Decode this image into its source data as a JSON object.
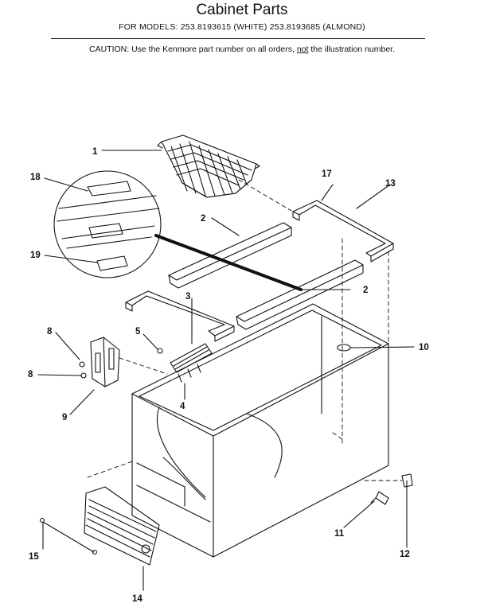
{
  "header": {
    "title": "Cabinet Parts",
    "models": "FOR MODELS: 253.8193615 (WHITE)  253.8193685 (ALMOND)",
    "caution_prefix": "CAUTION:  Use the Kenmore part number on all orders, ",
    "caution_emphasis": "not",
    "caution_suffix": " the illustration number."
  },
  "callouts": {
    "c1": "1",
    "c2a": "2",
    "c2b": "2",
    "c3": "3",
    "c4": "4",
    "c5": "5",
    "c8a": "8",
    "c8b": "8",
    "c9": "9",
    "c10": "10",
    "c11": "11",
    "c12": "12",
    "c13": "13",
    "c14": "14",
    "c15": "15",
    "c17": "17",
    "c18": "18",
    "c19": "19"
  }
}
